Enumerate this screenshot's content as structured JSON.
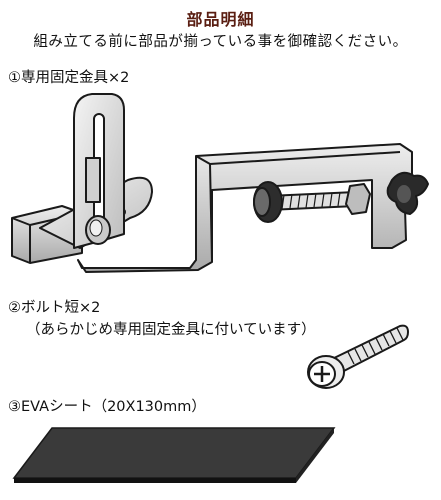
{
  "header": {
    "title": "部品明細",
    "subtitle": "組み立てる前に部品が揃っている事を御確認ください。"
  },
  "items": [
    {
      "label": "①専用固定金具×2",
      "illustration": "clamp-bracket"
    },
    {
      "label": "②ボルト短×2",
      "note": "（あらかじめ専用固定金具に付いています）",
      "illustration": "short-bolt"
    },
    {
      "label": "③EVAシート（20X130mm）",
      "illustration": "eva-sheet"
    }
  ],
  "colors": {
    "title": "#5a1e12",
    "metal": "#d9d9d9",
    "outline": "#1a1a1a",
    "sheet": "#3a3a3a"
  }
}
